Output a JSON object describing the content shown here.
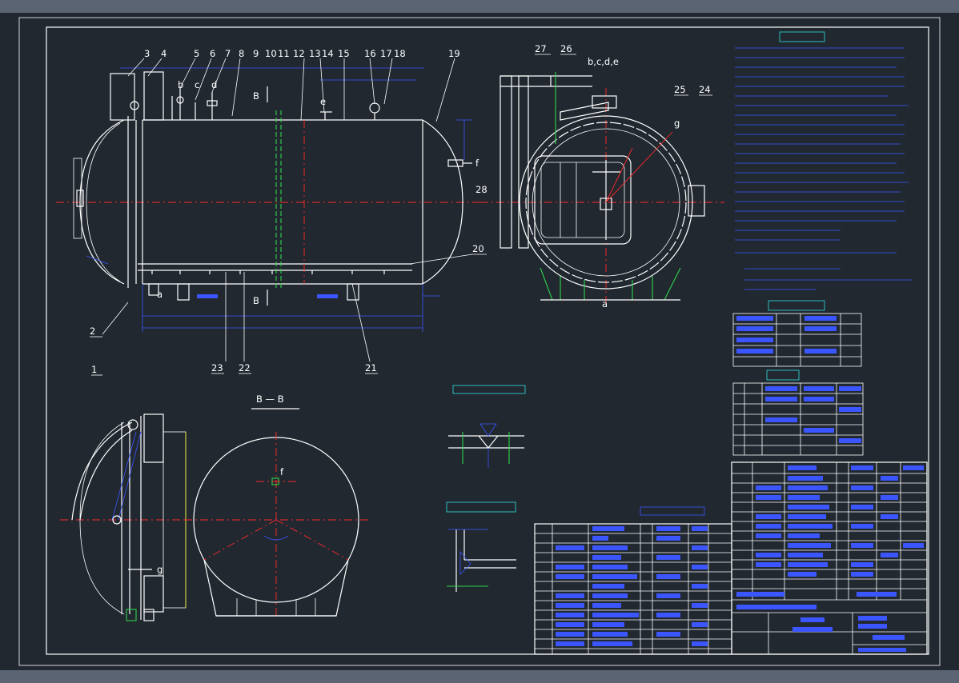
{
  "drawing": {
    "part_numbers_top": [
      "3",
      "4",
      "5",
      "6",
      "7",
      "8",
      "9",
      "10",
      "11",
      "12",
      "13",
      "14",
      "15",
      "16",
      "17",
      "18",
      "19"
    ],
    "part_numbers_side": [
      "27",
      "26",
      "25",
      "24",
      "28",
      "20",
      "21",
      "22",
      "23",
      "2",
      "1"
    ],
    "nozzle_letters_front": [
      "b",
      "c",
      "d",
      "e",
      "f",
      "a",
      "g"
    ],
    "nozzle_letters_side": "b,c,d,e",
    "section_marker": "B",
    "section_title": "B — B",
    "colors": {
      "background": "#212830",
      "outline": "#ffffff",
      "centerline": "#ff2a2a",
      "dimension": "#3c56ff",
      "green": "#31d34a",
      "cyan": "#2fe0e0",
      "yellow": "#f2f043"
    }
  }
}
